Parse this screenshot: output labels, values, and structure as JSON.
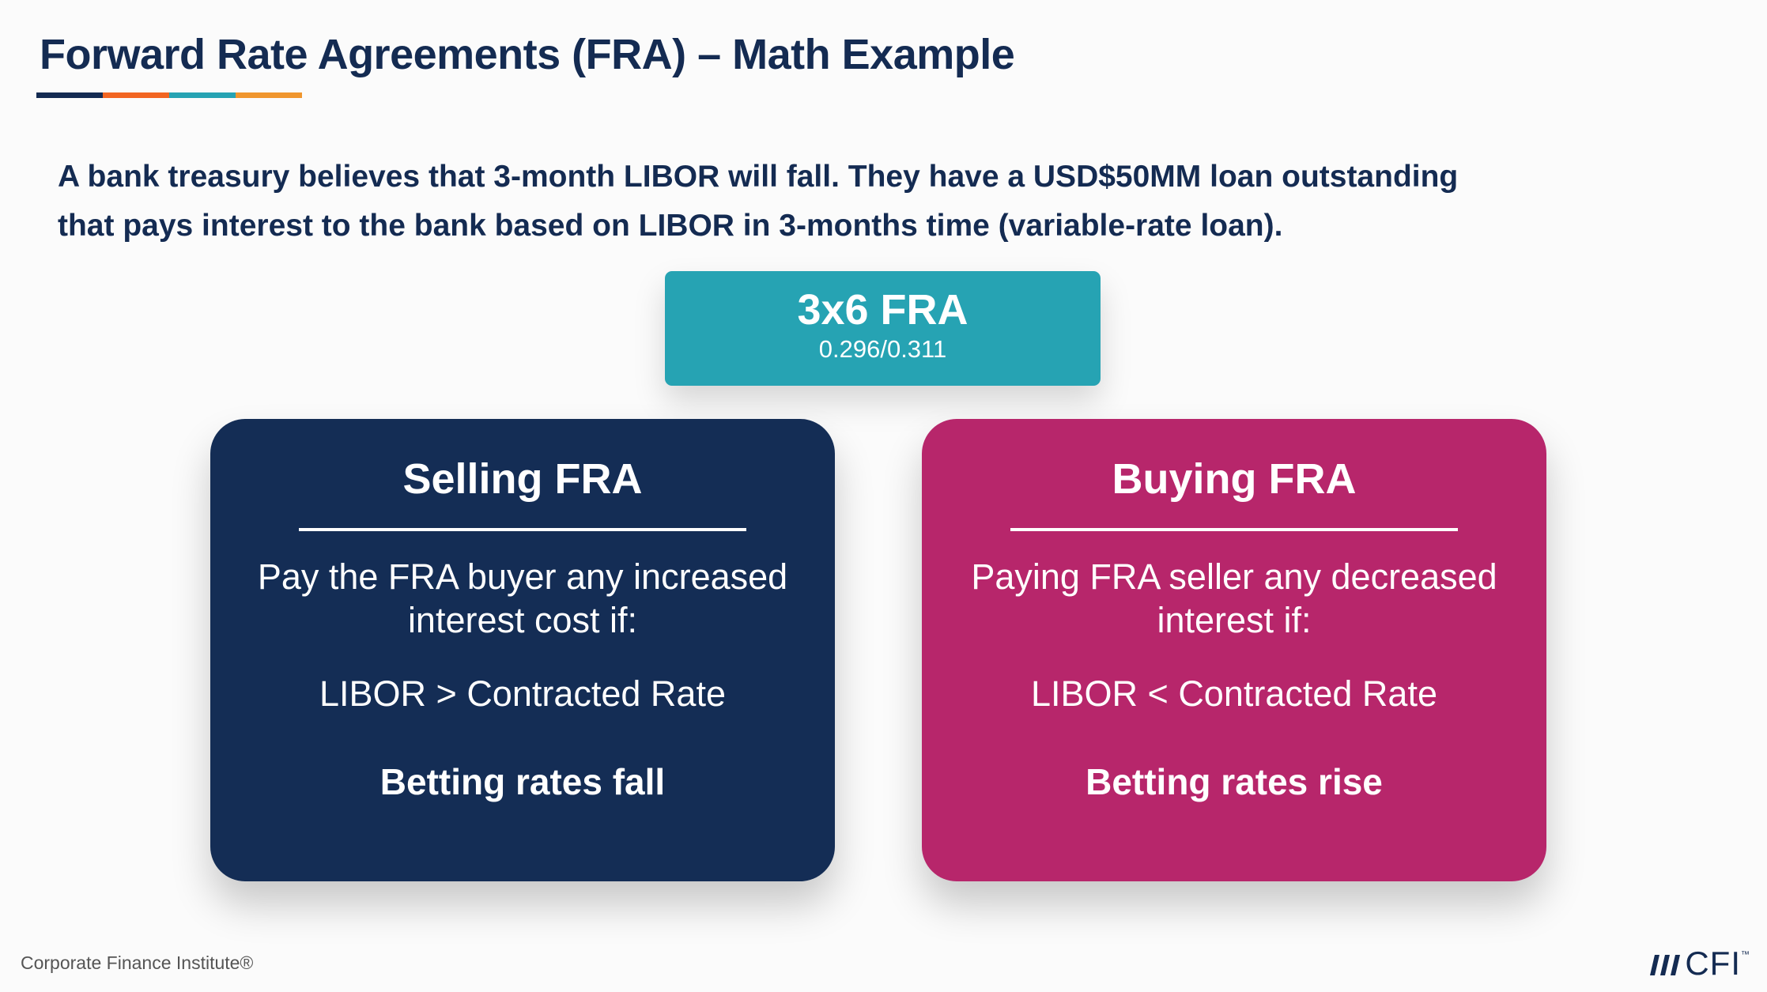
{
  "header": {
    "title": "Forward Rate Agreements (FRA) – Math Example",
    "accent_colors": [
      "#142b52",
      "#f26522",
      "#26a3b3",
      "#f0962e"
    ]
  },
  "intro": {
    "line1": "A bank treasury believes that 3-month LIBOR will fall. They have a USD$50MM loan outstanding",
    "line2": "that pays interest to the bank based on LIBOR in 3-months time (variable-rate loan)."
  },
  "fra_box": {
    "title": "3x6 FRA",
    "rates": "0.296/0.311",
    "color": "#26a3b3"
  },
  "cards": [
    {
      "title": "Selling FRA",
      "desc_line1": "Pay the FRA buyer any increased",
      "desc_line2": "interest cost if:",
      "condition": "LIBOR > Contracted Rate",
      "bet": "Betting rates fall",
      "color": "#142d55"
    },
    {
      "title": "Buying FRA",
      "desc_line1": "Paying FRA seller any decreased",
      "desc_line2": "interest if:",
      "condition": "LIBOR < Contracted Rate",
      "bet": "Betting rates rise",
      "color": "#b7266b"
    }
  ],
  "footer": {
    "company": "Corporate Finance Institute®",
    "logo_text": "CFI",
    "logo_tm": "™"
  }
}
